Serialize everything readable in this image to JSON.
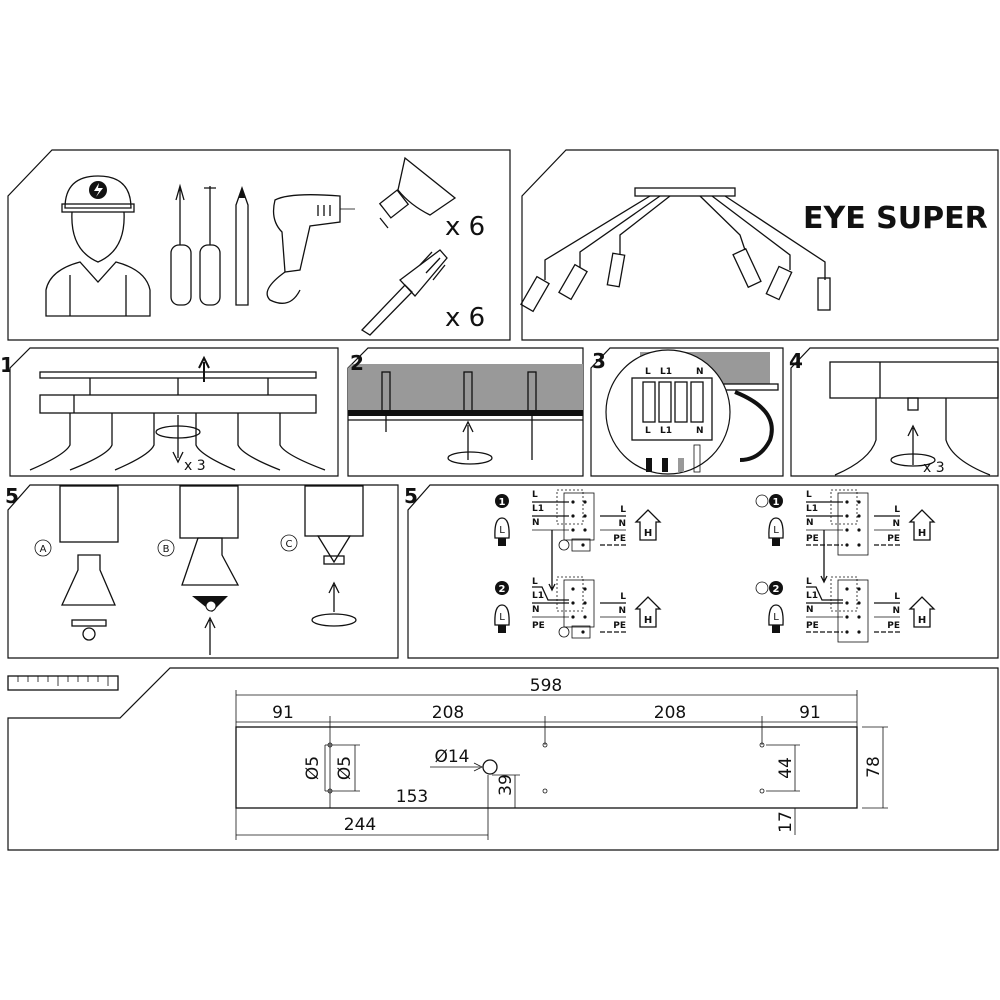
{
  "tools": {
    "bulb_count": "x 6",
    "anchor_count": "x 6"
  },
  "product": {
    "name": "EYE SUPER"
  },
  "steps": {
    "s1": "1",
    "s2": "2",
    "s3": "3",
    "s4": "4",
    "s5a": "5",
    "s5b": "5"
  },
  "step1": {
    "turns": "x 3"
  },
  "step3": {
    "top_labels": [
      "L",
      "L1",
      "N"
    ],
    "bottom_labels": [
      "L",
      "L1",
      "N"
    ]
  },
  "step4": {
    "turns": "x 3"
  },
  "step5a": {
    "options": [
      "A",
      "B",
      "C"
    ]
  },
  "wiring": {
    "variant_numbers": [
      "1",
      "2"
    ],
    "lamp_letter": "L",
    "house_letter": "H",
    "labels": {
      "L": "L",
      "L1": "L1",
      "N": "N",
      "PE": "PE"
    }
  },
  "dimensions": {
    "total_width": "598",
    "edge_left": "91",
    "span_left": "208",
    "span_right": "208",
    "edge_right": "91",
    "hole_small_a": "Ø5",
    "hole_small_b": "Ø5",
    "hole_cable": "Ø14",
    "offset_153": "153",
    "offset_39": "39",
    "offset_244": "244",
    "offset_44": "44",
    "offset_17": "17",
    "height": "78"
  }
}
